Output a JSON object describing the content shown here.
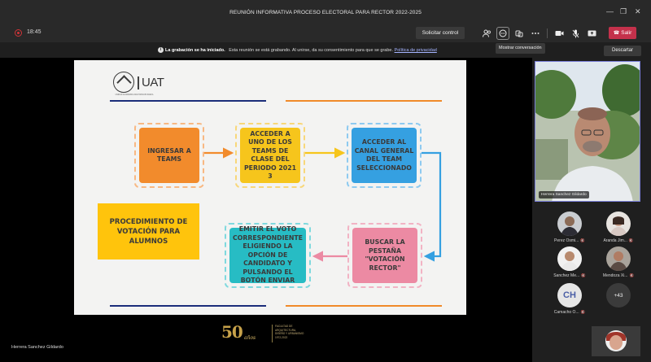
{
  "window": {
    "title": "REUNIÓN INFORMATIVA PROCESO ELECTORAL PARA RECTOR 2022-2025"
  },
  "toolbar": {
    "timer": "18:45",
    "request_control": "Solicitar control",
    "leave": "Salir",
    "tooltip": "Mostrar conversación"
  },
  "banner": {
    "bold": "La grabación se ha iniciado.",
    "message": "Esta reunión se está grabando. Al unirse, da su consentimiento para que se grabe.",
    "link": "Política de privacidad",
    "dismiss": "Descartar"
  },
  "slide": {
    "logo_text": "UAT",
    "logo_subtitle": "UNIDAD ACADÉMICA MULTIDISCIPLINARIA",
    "steps": [
      "INGRESAR A TEAMS",
      "ACCEDER A UNO DE LOS TEAMS DE CLASE DEL PERIODO 2021 3",
      "ACCEDER AL CANAL GENERAL DEL TEAM SELECCIONADO",
      "BUSCAR LA PESTAÑA \"VOTACIÓN RECTOR\"",
      "EMITIR EL VOTO CORRESPONDIENTE ELIGIENDO LA OPCIÓN DE CANDIDATO Y PULSANDO EL BOTÓN ENVIAR"
    ],
    "procedure_title": "PROCEDIMIENTO DE VOTACIÓN PARA ALUMNOS",
    "colors": {
      "orange": "#f28b2c",
      "yellow": "#f6c51c",
      "blue": "#35a0e1",
      "pink": "#ec8aa3",
      "teal": "#27bcc4",
      "gold": "#ffc40c",
      "navy": "#1b2d7a"
    }
  },
  "footer_strip": {
    "number": "50",
    "suffix": "años",
    "lines": [
      "FACULTAD DE",
      "ARQUITECTURA,",
      "DISEÑO Y URBANISMO",
      "1972-2022"
    ]
  },
  "presenter": {
    "caption": "Herrera Sanchez Gildardo",
    "video_name": "Herrera Sanchez Gildardo"
  },
  "participants": [
    {
      "name": "Perez Osmi...",
      "type": "photo"
    },
    {
      "name": "Aranda Jim...",
      "type": "photo"
    },
    {
      "name": "Sanchez Me...",
      "type": "photo"
    },
    {
      "name": "Mendoza Xi...",
      "type": "photo"
    },
    {
      "name": "Camacho O...",
      "initials": "CH",
      "type": "initials"
    },
    {
      "name": "",
      "more": "+43",
      "type": "more"
    }
  ]
}
